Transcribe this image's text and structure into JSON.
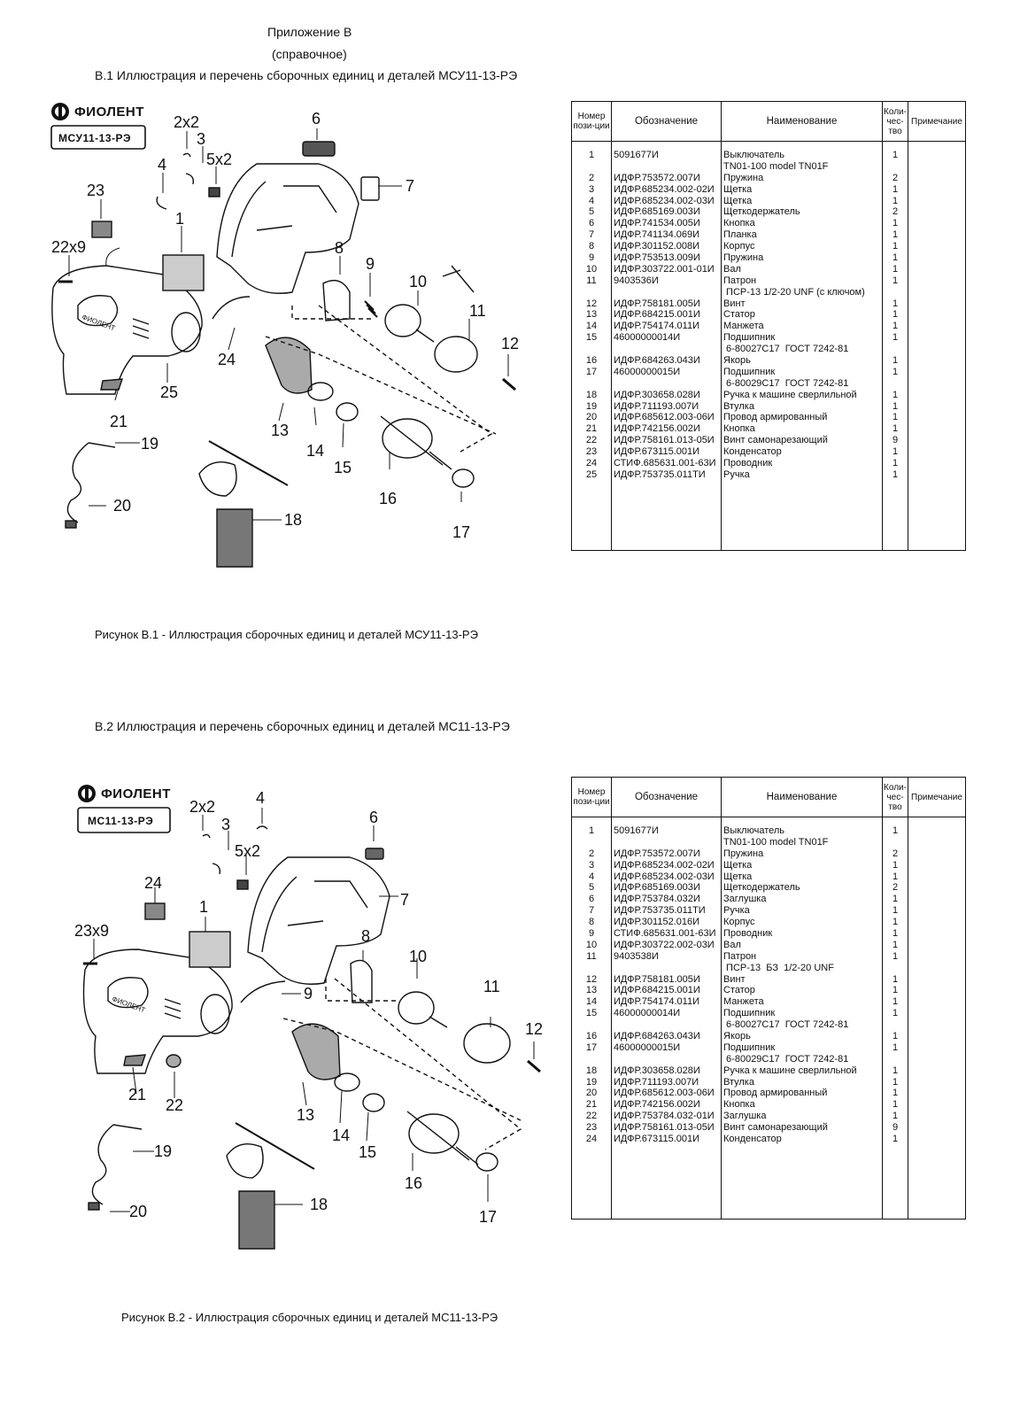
{
  "header": {
    "appendix_title": "Приложение В",
    "appendix_note": "(справочное)",
    "section1_title": "В.1  Иллюстрация и перечень сборочных единиц и деталей  МСУ11-13-РЭ",
    "section2_title": "В.2  Иллюстрация и перечень сборочных единиц и деталей  МС11-13-РЭ"
  },
  "figures": [
    {
      "brand": "ФИОЛЕНТ",
      "model": "МСУ11-13-РЭ",
      "caption": "Рисунок В.1 - Иллюстрация сборочных единиц и деталей МСУ11-13-РЭ",
      "callouts": [
        "2х2",
        "3",
        "5х2",
        "4",
        "23",
        "22х9",
        "1",
        "6",
        "7",
        "8",
        "9",
        "10",
        "11",
        "12",
        "24",
        "25",
        "21",
        "13",
        "14",
        "15",
        "16",
        "17",
        "19",
        "20",
        "18"
      ]
    },
    {
      "brand": "ФИОЛЕНТ",
      "model": "МС11-13-РЭ",
      "caption": "Рисунок В.2 - Иллюстрация сборочных единиц и деталей МС11-13-РЭ",
      "callouts": [
        "2х2",
        "4",
        "3",
        "5х2",
        "6",
        "24",
        "1",
        "7",
        "23х9",
        "8",
        "10",
        "9",
        "11",
        "12",
        "21",
        "22",
        "13",
        "14",
        "15",
        "16",
        "17",
        "19",
        "20",
        "18"
      ]
    }
  ],
  "tables": [
    {
      "columns": [
        "Номер пози-ции",
        "Обозначение",
        "Наименование",
        "Коли-чес-тво",
        "Примечание"
      ],
      "rows": [
        {
          "pos": "1",
          "designation": "5091677И",
          "name": "Выключатель\nTN01-100 model TN01F",
          "qty": "1"
        },
        {
          "pos": "2",
          "designation": "ИДФР.753572.007И",
          "name": "Пружина",
          "qty": "2"
        },
        {
          "pos": "3",
          "designation": "ИДФР.685234.002-02И",
          "name": "Щетка",
          "qty": "1"
        },
        {
          "pos": "4",
          "designation": "ИДФР.685234.002-03И",
          "name": "Щетка",
          "qty": "1"
        },
        {
          "pos": "5",
          "designation": "ИДФР.685169.003И",
          "name": "Щеткодержатель",
          "qty": "2"
        },
        {
          "pos": "6",
          "designation": "ИДФР.741534.005И",
          "name": "Кнопка",
          "qty": "1"
        },
        {
          "pos": "7",
          "designation": "ИДФР.741134.069И",
          "name": "Планка",
          "qty": "1"
        },
        {
          "pos": "8",
          "designation": "ИДФР.301152.008И",
          "name": "Корпус",
          "qty": "1"
        },
        {
          "pos": "9",
          "designation": "ИДФР.753513.009И",
          "name": "Пружина",
          "qty": "1"
        },
        {
          "pos": "10",
          "designation": "ИДФР.303722.001-01И",
          "name": "Вал",
          "qty": "1"
        },
        {
          "pos": "11",
          "designation": "9403536И",
          "name": "Патрон\n ПСР-13 1/2-20 UNF (с ключом)",
          "qty": "1"
        },
        {
          "pos": "12",
          "designation": "ИДФР.758181.005И",
          "name": "Винт",
          "qty": "1"
        },
        {
          "pos": "13",
          "designation": "ИДФР.684215.001И",
          "name": "Статор",
          "qty": "1"
        },
        {
          "pos": "14",
          "designation": "ИДФР.754174.011И",
          "name": "Манжета",
          "qty": "1"
        },
        {
          "pos": "15",
          "designation": "46000000014И",
          "name": "Подшипник\n 6-80027С17  ГОСТ 7242-81",
          "qty": "1"
        },
        {
          "pos": "16",
          "designation": "ИДФР.684263.043И",
          "name": "Якорь",
          "qty": "1"
        },
        {
          "pos": "17",
          "designation": "46000000015И",
          "name": "Подшипник\n 6-80029С17  ГОСТ 7242-81",
          "qty": "1"
        },
        {
          "pos": "18",
          "designation": "ИДФР.303658.028И",
          "name": "Ручка к машине сверлильной",
          "qty": "1"
        },
        {
          "pos": "19",
          "designation": "ИДФР.711193.007И",
          "name": "Втулка",
          "qty": "1"
        },
        {
          "pos": "20",
          "designation": "ИДФР.685612.003-06И",
          "name": "Провод армированный",
          "qty": "1"
        },
        {
          "pos": "21",
          "designation": "ИДФР.742156.002И",
          "name": "Кнопка",
          "qty": "1"
        },
        {
          "pos": "22",
          "designation": "ИДФР.758161.013-05И",
          "name": "Винт самонарезающий",
          "qty": "9"
        },
        {
          "pos": "23",
          "designation": "ИДФР.673115.001И",
          "name": "Конденсатор",
          "qty": "1"
        },
        {
          "pos": "24",
          "designation": "СТИФ.685631.001-63И",
          "name": "Проводник",
          "qty": "1"
        },
        {
          "pos": "25",
          "designation": "ИДФР.753735.011ТИ",
          "name": "Ручка",
          "qty": "1"
        }
      ]
    },
    {
      "columns": [
        "Номер пози-ции",
        "Обозначение",
        "Наименование",
        "Коли-чес-тво",
        "Примечание"
      ],
      "rows": [
        {
          "pos": "1",
          "designation": "5091677И",
          "name": "Выключатель\nTN01-100 model TN01F",
          "qty": "1"
        },
        {
          "pos": "2",
          "designation": "ИДФР.753572.007И",
          "name": "Пружина",
          "qty": "2"
        },
        {
          "pos": "3",
          "designation": "ИДФР.685234.002-02И",
          "name": "Щетка",
          "qty": "1"
        },
        {
          "pos": "4",
          "designation": "ИДФР.685234.002-03И",
          "name": "Щетка",
          "qty": "1"
        },
        {
          "pos": "5",
          "designation": "ИДФР.685169.003И",
          "name": "Щеткодержатель",
          "qty": "2"
        },
        {
          "pos": "6",
          "designation": "ИДФР.753784.032И",
          "name": "Заглушка",
          "qty": "1"
        },
        {
          "pos": "7",
          "designation": "ИДФР.753735.011ТИ",
          "name": "Ручка",
          "qty": "1"
        },
        {
          "pos": "8",
          "designation": "ИДФР.301152.016И",
          "name": "Корпус",
          "qty": "1"
        },
        {
          "pos": "9",
          "designation": "СТИФ.685631.001-63И",
          "name": "Проводник",
          "qty": "1"
        },
        {
          "pos": "10",
          "designation": "ИДФР.303722.002-03И",
          "name": "Вал",
          "qty": "1"
        },
        {
          "pos": "11",
          "designation": "9403538И",
          "name": "Патрон\n ПСР-13  БЗ  1/2-20 UNF",
          "qty": "1"
        },
        {
          "pos": "12",
          "designation": "ИДФР.758181.005И",
          "name": "Винт",
          "qty": "1"
        },
        {
          "pos": "13",
          "designation": "ИДФР.684215.001И",
          "name": "Статор",
          "qty": "1"
        },
        {
          "pos": "14",
          "designation": "ИДФР.754174.011И",
          "name": "Манжета",
          "qty": "1"
        },
        {
          "pos": "15",
          "designation": "46000000014И",
          "name": "Подшипник\n 6-80027С17  ГОСТ 7242-81",
          "qty": "1"
        },
        {
          "pos": "16",
          "designation": "ИДФР.684263.043И",
          "name": "Якорь",
          "qty": "1"
        },
        {
          "pos": "17",
          "designation": "46000000015И",
          "name": "Подшипник\n 6-80029С17  ГОСТ 7242-81",
          "qty": "1"
        },
        {
          "pos": "18",
          "designation": "ИДФР.303658.028И",
          "name": "Ручка к машине сверлильной",
          "qty": "1"
        },
        {
          "pos": "19",
          "designation": "ИДФР.711193.007И",
          "name": "Втулка",
          "qty": "1"
        },
        {
          "pos": "20",
          "designation": "ИДФР.685612.003-06И",
          "name": "Провод армированный",
          "qty": "1"
        },
        {
          "pos": "21",
          "designation": "ИДФР.742156.002И",
          "name": "Кнопка",
          "qty": "1"
        },
        {
          "pos": "22",
          "designation": "ИДФР.753784.032-01И",
          "name": "Заглушка",
          "qty": "1"
        },
        {
          "pos": "23",
          "designation": "ИДФР.758161.013-05И",
          "name": "Винт самонарезающий",
          "qty": "9"
        },
        {
          "pos": "24",
          "designation": "ИДФР.673115.001И",
          "name": "Конденсатор",
          "qty": "1"
        }
      ]
    }
  ]
}
